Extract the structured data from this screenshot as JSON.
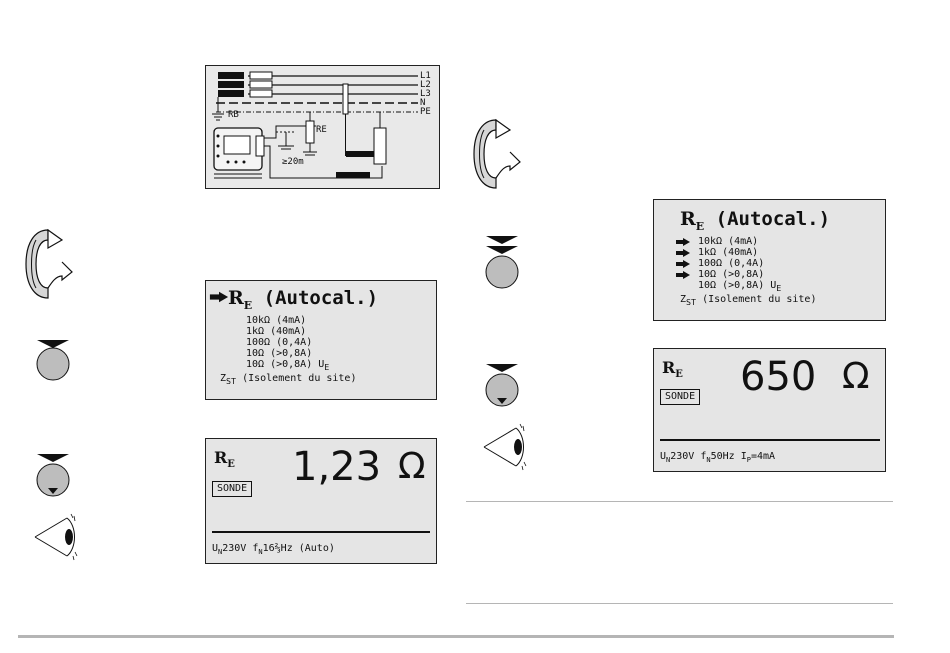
{
  "diagram": {
    "phases": [
      "L1",
      "L2",
      "L3"
    ],
    "neutral": "N",
    "pe": "PE",
    "rb_label": "RB",
    "re_label": "RE",
    "distance": "≥20m"
  },
  "menu_screen": {
    "title_main": "R",
    "title_sub": "E",
    "title_rest": " (Autocal.)",
    "items": [
      "10kΩ  (4mA)",
      "1kΩ  (40mA)",
      "100Ω  (0,4A)",
      "10Ω  (>0,8A)",
      "10Ω  (>0,8A) U"
    ],
    "item5_sub": "E",
    "footer_main": "Z",
    "footer_sub": "ST",
    "footer_rest": " (Isolement du site)"
  },
  "measure_left": {
    "label_main": "R",
    "label_sub": "E",
    "badge": "SONDE",
    "value": "1,23",
    "unit": "Ω",
    "footer": {
      "u_main": "U",
      "u_sub": "N",
      "u_val": "230V",
      "f_main": "f",
      "f_sub": "N",
      "f_val": "16⅔Hz (Auto)"
    }
  },
  "measure_right": {
    "label_main": "R",
    "label_sub": "E",
    "badge": "SONDE",
    "value": "650",
    "unit": "Ω",
    "footer": {
      "u_main": "U",
      "u_sub": "N",
      "u_val": "230V",
      "f_main": "f",
      "f_sub": "N",
      "f_val": "50Hz",
      "i_main": "I",
      "i_sub": "P",
      "i_val": "=4mA"
    }
  },
  "icons": {
    "rotate": "rotate-selector-icon",
    "press": "press-button-icon",
    "start": "start-button-icon",
    "eye": "eye-icon"
  }
}
